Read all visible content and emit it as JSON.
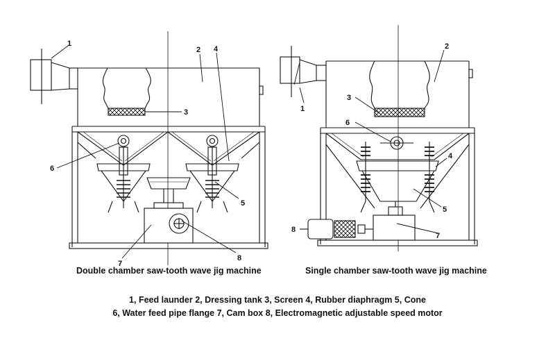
{
  "left_machine": {
    "caption": "Double chamber saw-tooth wave jig machine",
    "callouts": {
      "n1": "1",
      "n2": "2",
      "n3": "3",
      "n4": "4",
      "n5": "5",
      "n6": "6",
      "n7": "7",
      "n8": "8"
    }
  },
  "right_machine": {
    "caption": "Single chamber saw-tooth wave jig machine",
    "callouts": {
      "n1": "1",
      "n2": "2",
      "n3": "3",
      "n4": "4",
      "n5": "5",
      "n6": "6",
      "n7": "7",
      "n8": "8"
    }
  },
  "legend": {
    "line1": "1, Feed launder  2, Dressing tank  3, Screen  4, Rubber diaphragm  5, Cone",
    "line2": "6, Water feed pipe flange 7, Cam box  8, Electromagnetic adjustable speed motor"
  }
}
